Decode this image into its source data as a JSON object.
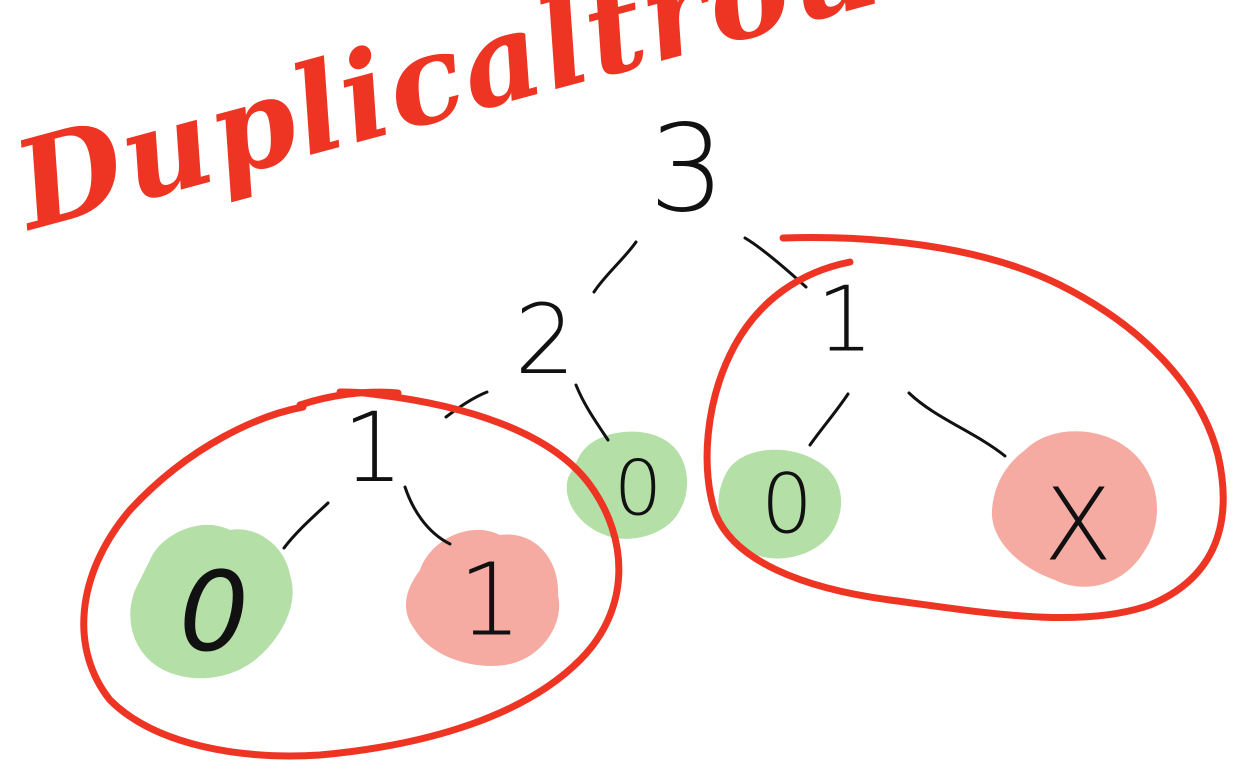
{
  "title": "Duplicaltrou!",
  "colors": {
    "annotation": "#ee3524",
    "leaf_green": "#b4dfa6",
    "leaf_red": "#f5aba2",
    "ink": "#111111"
  },
  "tree": {
    "root": "3",
    "left_child": "2",
    "right_child": "1",
    "left_left": "1",
    "left_right": "0",
    "left_left_left": "0",
    "left_left_right": "1",
    "right_left": "0",
    "right_right": "X"
  }
}
